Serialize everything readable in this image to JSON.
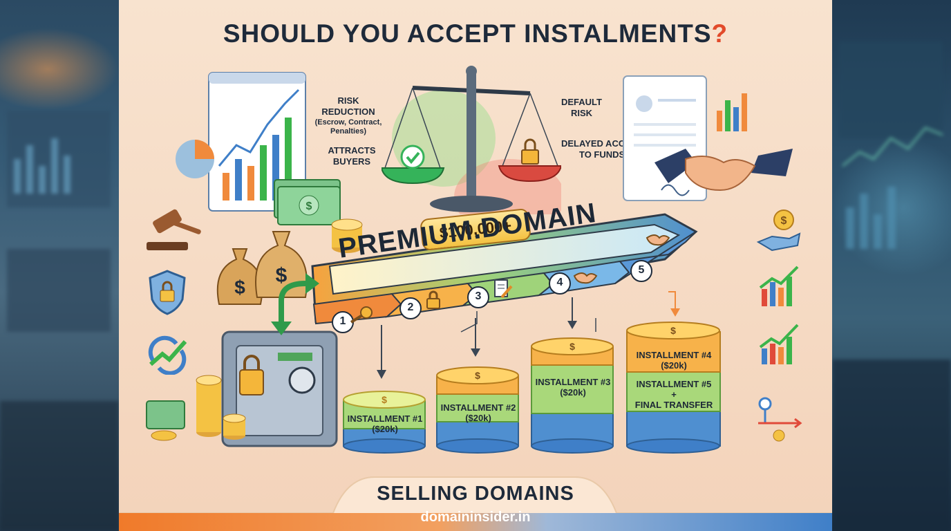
{
  "title": {
    "main": "SHOULD YOU ACCEPT INSTALMENTS",
    "mark": "?"
  },
  "scale": {
    "left": {
      "heading": "RISK REDUCTION",
      "detail": "(Escrow, Contract, Penalties)",
      "benefit": "ATTRACTS BUYERS"
    },
    "right": {
      "risk1_line1": "DEFAULT",
      "risk1_line2": "RISK",
      "risk2_line1": "DELAYED ACCESS",
      "risk2_line2": "TO FUNDS"
    }
  },
  "domain": {
    "price": "$100,000+",
    "name": "PREMIUM.DOMAIN"
  },
  "steps": [
    "1",
    "2",
    "3",
    "4",
    "5"
  ],
  "installments": {
    "i1_line1": "INSTALLMENT #1",
    "i1_line2": "($20k)",
    "i2_line1": "INSTALLMENT #2",
    "i2_line2": "($20k)",
    "i3_line1": "INSTALLMENT #3",
    "i3_line2": "($20k)",
    "i4_line1": "INSTALLMENT #4",
    "i4_line2": "($20k)",
    "i5_line1": "INSTALLMENT #5",
    "i5_line2": "+",
    "i5_line3": "FINAL TRANSFER"
  },
  "coin_symbol": "$",
  "footer": {
    "label": "SELLING DOMAINS",
    "site": "domaininsider.in"
  },
  "colors": {
    "accent_orange": "#f07a2a",
    "accent_blue": "#3f7fc8",
    "green": "#3bb44a",
    "red": "#e04a3a",
    "gold": "#f4c243"
  }
}
